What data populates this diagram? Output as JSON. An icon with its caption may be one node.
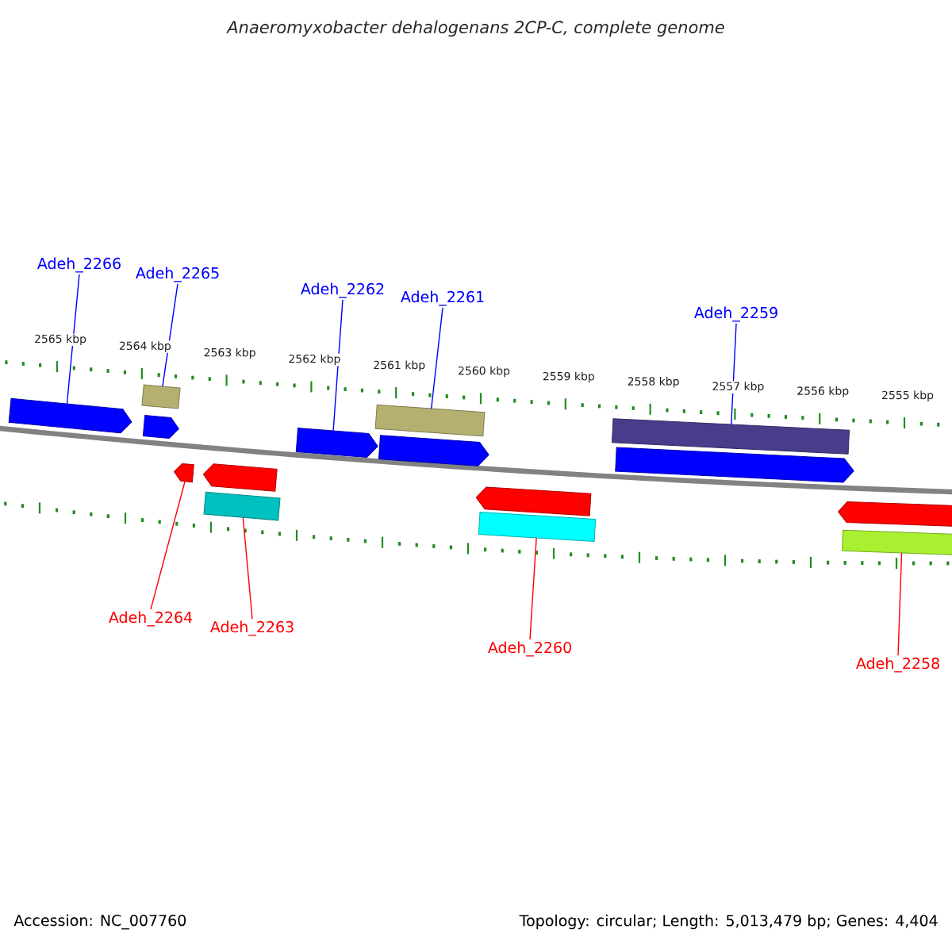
{
  "diagram": {
    "title": "Anaeromyxobacter dehalogenans 2CP-C, complete genome",
    "nodes": [
      {
        "text": [
          "Adeh_2266"
        ]
      },
      {
        "text": [
          "Adeh_2265"
        ]
      },
      {
        "text": [
          "Adeh_2262"
        ]
      },
      {
        "text": [
          "Adeh_2261"
        ]
      },
      {
        "text": [
          "Adeh_2259"
        ]
      },
      {
        "text": [],
        "shape": "arrow"
      },
      {
        "text": [],
        "shape": "bar"
      },
      {
        "text": [],
        "shape": "arrow"
      },
      {
        "text": [],
        "shape": "arrow"
      },
      {
        "text": [],
        "shape": "bar"
      },
      {
        "text": [],
        "shape": "arrow"
      },
      {
        "text": [],
        "shape": "arrow"
      },
      {
        "text": [],
        "shape": "bar"
      },
      {
        "text": [],
        "shape": "arrow"
      },
      {
        "text": [],
        "shape": "arrow"
      },
      {
        "text": [],
        "shape": "bar"
      },
      {
        "text": [],
        "shape": "bar"
      },
      {
        "text": [],
        "shape": "arrow"
      },
      {
        "text": [],
        "shape": "arrow"
      },
      {
        "text": [],
        "shape": "bar"
      },
      {
        "text": [
          "Adeh_2264"
        ]
      },
      {
        "text": [
          "Adeh_2263"
        ]
      },
      {
        "text": [
          "Adeh_2260"
        ]
      },
      {
        "text": [
          "Adeh_2258"
        ]
      }
    ],
    "edges": [
      {
        "from": 0,
        "to": 5,
        "arrow": "none"
      },
      {
        "from": 1,
        "to": 6,
        "arrow": "none"
      },
      {
        "from": 2,
        "to": 11,
        "arrow": "none"
      },
      {
        "from": 3,
        "to": 12,
        "arrow": "none"
      },
      {
        "from": 4,
        "to": 16,
        "arrow": "none"
      },
      {
        "from": 20,
        "to": 8,
        "arrow": "none",
        "color": "#ff0000"
      },
      {
        "from": 21,
        "to": 9,
        "arrow": "none",
        "color": "#ff0000"
      },
      {
        "from": 22,
        "to": 15,
        "arrow": "none",
        "color": "#ff0000"
      },
      {
        "from": 23,
        "to": 19,
        "arrow": "none",
        "color": "#ff0000"
      }
    ],
    "labels": [
      "2565 kbp",
      "2564 kbp",
      "2563 kbp",
      "2562 kbp",
      "2561 kbp",
      "2560 kbp",
      "2559 kbp",
      "2558 kbp",
      "2557 kbp",
      "2556 kbp",
      "2555 kbp",
      "Accession: NC_007760",
      "Topology: circular; Length: 5,013,479 bp; Genes: 4,404"
    ]
  }
}
